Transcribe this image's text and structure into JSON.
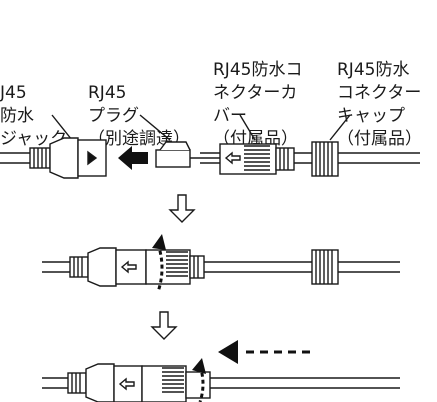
{
  "labels": {
    "jack": [
      "J45",
      "防水",
      "ジャック"
    ],
    "plug": [
      "RJ45",
      "プラグ",
      "（別途調達）"
    ],
    "cover": [
      "RJ45防水コ",
      "ネクターカ",
      "バー",
      "（付属品）"
    ],
    "cap": [
      "RJ45防水",
      "コネクター",
      "キャップ",
      "（付属品）"
    ]
  },
  "colors": {
    "stroke": "#1a1a1a",
    "fill": "#ffffff",
    "black": "#111111"
  }
}
